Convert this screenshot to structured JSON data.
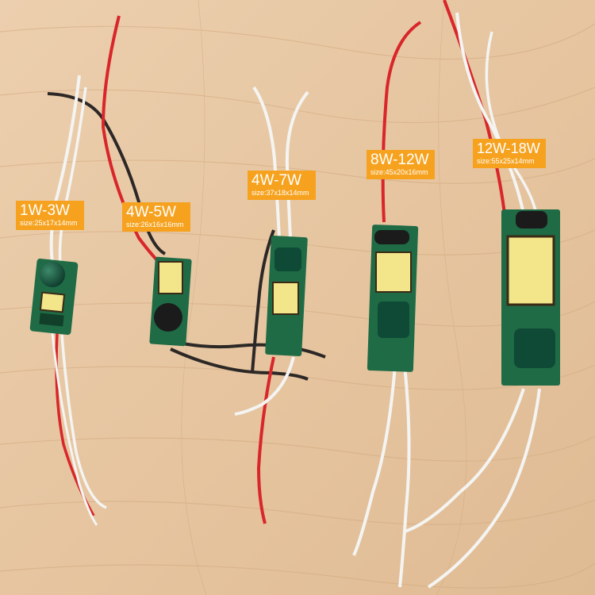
{
  "photo": {
    "background": "light wood table",
    "colors": {
      "wood": "#e8c9a4",
      "wood_grain": "#d7b089",
      "pcb": "#1f6b45",
      "wire_red": "#d8262a",
      "wire_white": "#f4f4f2",
      "wire_black": "#2c2826",
      "label_bg": "#f6a21e",
      "label_text": "#ffffff"
    }
  },
  "labels": [
    {
      "title": "1W-3W",
      "size": "size:25x17x14mm"
    },
    {
      "title": "4W-5W",
      "size": "size:26x16x16mm"
    },
    {
      "title": "4W-7W",
      "size": "size:37x18x14mm"
    },
    {
      "title": "8W-12W",
      "size": "size:45x20x16mm"
    },
    {
      "title": "12W-18W",
      "size": "size:55x25x14mm"
    }
  ]
}
